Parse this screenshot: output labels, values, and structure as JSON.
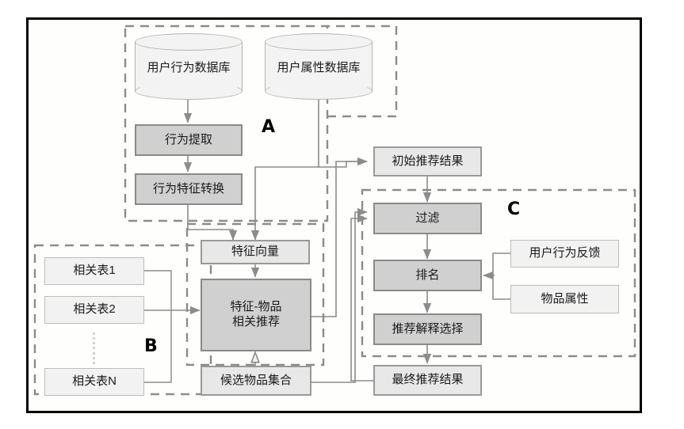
{
  "diagram": {
    "title": "Recommendation system architecture flowchart",
    "group_labels": [
      {
        "id": "A",
        "text": "A"
      },
      {
        "id": "B",
        "text": "B"
      },
      {
        "id": "C",
        "text": "C"
      }
    ],
    "databases": [
      {
        "id": "user-behavior-db",
        "label": "用户行为数据库"
      },
      {
        "id": "user-attribute-db",
        "label": "用户属性数据库"
      }
    ],
    "nodes": [
      {
        "id": "behavior-extraction",
        "label": "行为提取"
      },
      {
        "id": "behavior-feature-transform",
        "label": "行为特征转换"
      },
      {
        "id": "feature-vector",
        "label": "特征向量"
      },
      {
        "id": "related-table-1",
        "label": "相关表1"
      },
      {
        "id": "related-table-2",
        "label": "相关表2"
      },
      {
        "id": "related-table-n",
        "label": "相关表N"
      },
      {
        "id": "feature-item-related-recommend",
        "label": "特征-物品\n相关推荐"
      },
      {
        "id": "feature-item-line-1",
        "label": "特征-物品"
      },
      {
        "id": "feature-item-line-2",
        "label": "相关推荐"
      },
      {
        "id": "candidate-item-set",
        "label": "候选物品集合"
      },
      {
        "id": "initial-recommend-result",
        "label": "初始推荐结果"
      },
      {
        "id": "filter",
        "label": "过滤"
      },
      {
        "id": "ranking",
        "label": "排名"
      },
      {
        "id": "recommend-explanation-selection",
        "label": "推荐解释选择"
      },
      {
        "id": "final-recommend-result",
        "label": "最终推荐结果"
      },
      {
        "id": "user-behavior-feedback",
        "label": "用户行为反馈"
      },
      {
        "id": "item-attribute",
        "label": "物品属性"
      }
    ],
    "colors": {
      "frame_border": "#000000",
      "dashed_group": "#808080",
      "node_fill_dark": "#d0d0d0",
      "node_fill_mid": "#e8e8e8",
      "node_fill_light": "#f2f2f2",
      "node_border": "#9a9a9a",
      "connector": "#8c8c8c",
      "text": "#1a1a1a"
    }
  }
}
